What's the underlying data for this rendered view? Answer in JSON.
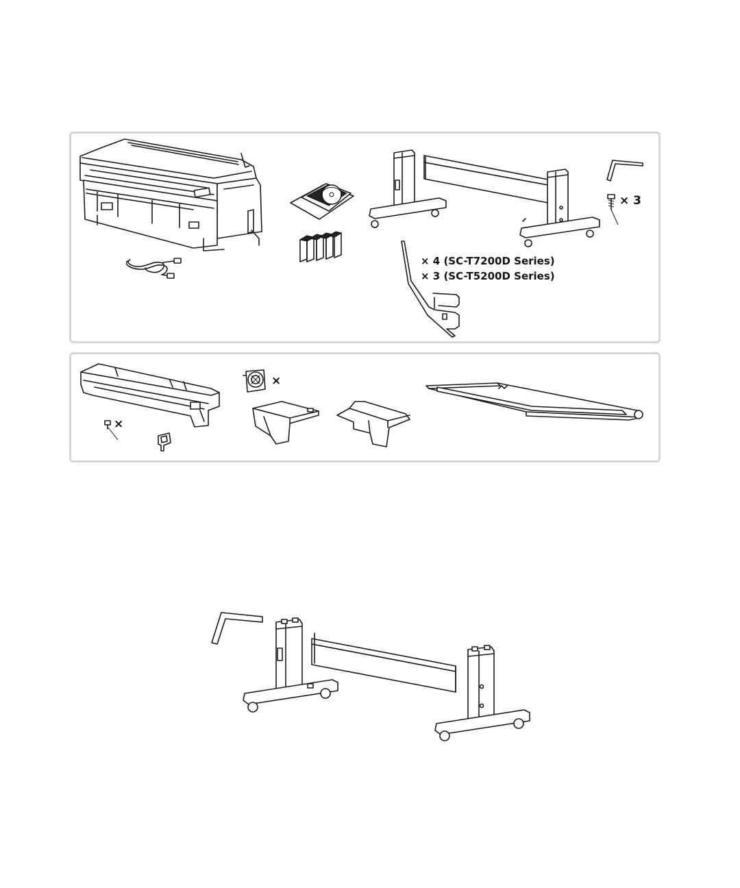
{
  "contents_box": {
    "screw_qty": "× 3",
    "bracket_qty_t7200d": "× 4  (SC-T7200D Series)",
    "bracket_qty_t5200d": "× 3  (SC-T5200D Series)"
  },
  "options_box": {
    "small_screw_qty": "×",
    "spindle_adapter_qty": "×"
  }
}
